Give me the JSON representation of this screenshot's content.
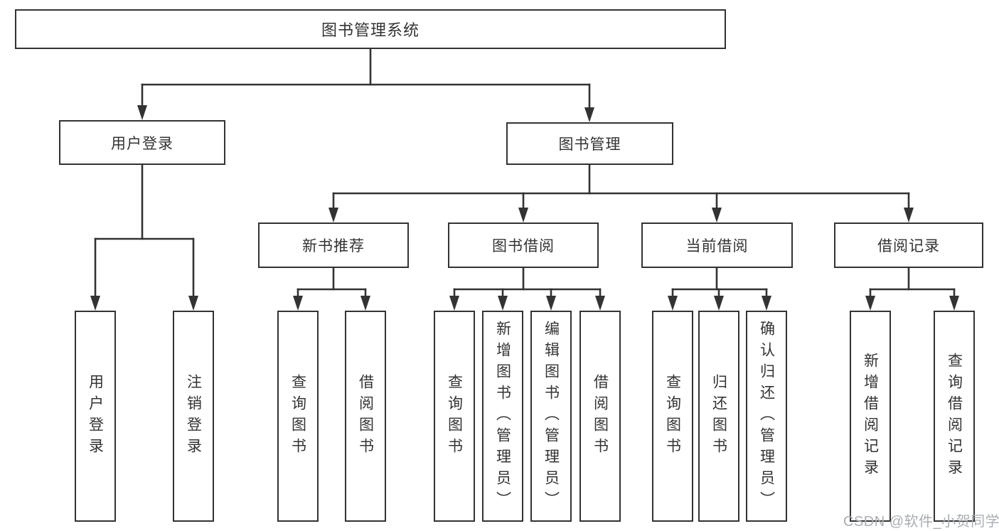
{
  "tree": {
    "label": "图书管理系统",
    "children": [
      {
        "label": "用户登录",
        "children": [
          {
            "label": "用户登录"
          },
          {
            "label": "注销登录"
          }
        ]
      },
      {
        "label": "图书管理",
        "children": [
          {
            "label": "新书推荐",
            "children": [
              {
                "label": "查询图书"
              },
              {
                "label": "借阅图书"
              }
            ]
          },
          {
            "label": "图书借阅",
            "children": [
              {
                "label": "查询图书"
              },
              {
                "label": "新增图书（管理员）"
              },
              {
                "label": "编辑图书（管理员）"
              },
              {
                "label": "借阅图书"
              }
            ]
          },
          {
            "label": "当前借阅",
            "children": [
              {
                "label": "查询图书"
              },
              {
                "label": "归还图书"
              },
              {
                "label": "确认归还（管理员）"
              }
            ]
          },
          {
            "label": "借阅记录",
            "children": [
              {
                "label": "新增借阅记录"
              },
              {
                "label": "查询借阅记录"
              }
            ]
          }
        ]
      }
    ]
  },
  "watermark": {
    "text": "CSDN @软件_小贺同学"
  },
  "colors": {
    "line": "#333333",
    "box_border": "#333333",
    "text": "#333333",
    "background": "#ffffff",
    "watermark": "#a9aeb5"
  }
}
